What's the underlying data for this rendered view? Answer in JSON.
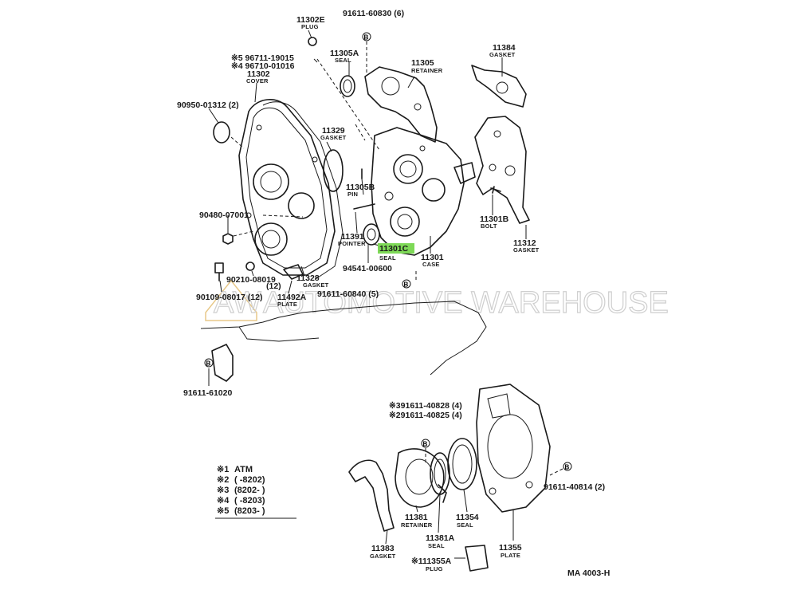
{
  "labels": {
    "p11302E": {
      "num": "11302E",
      "name": "PLUG"
    },
    "p91611_60830": {
      "num": "91611-60830 (6)"
    },
    "p96711": {
      "num": "※5 96711-19015"
    },
    "p96710": {
      "num": "※4 96710-01016"
    },
    "p11302": {
      "num": "11302",
      "name": "COVER"
    },
    "p11305A": {
      "num": "11305A",
      "name": "SEAL"
    },
    "p11305": {
      "num": "11305",
      "name": "RETAINER"
    },
    "p11384": {
      "num": "11384",
      "name": "GASKET"
    },
    "p90950": {
      "num": "90950-01312 (2)"
    },
    "p11329": {
      "num": "11329",
      "name": "GASKET"
    },
    "p11305B": {
      "num": "11305B",
      "name": "PIN"
    },
    "p90480": {
      "num": "90480-07001"
    },
    "p11301B": {
      "num": "11301B",
      "name": "BOLT"
    },
    "p11391": {
      "num": "11391",
      "name": "POINTER"
    },
    "p11301C": {
      "num": "11301C",
      "name": "SEAL"
    },
    "p11312": {
      "num": "11312",
      "name": "GASKET"
    },
    "p11301": {
      "num": "11301",
      "name": "CASE"
    },
    "p94541": {
      "num": "94541-00600"
    },
    "p90210": {
      "num": "90210-08019",
      "qty": "(12)"
    },
    "p11328": {
      "num": "11328",
      "name": "GASKET"
    },
    "p90109": {
      "num": "90109-08017 (12)"
    },
    "p11492A": {
      "num": "11492A",
      "name": "PLATE"
    },
    "p91611_60840": {
      "num": "91611-60840 (5)"
    },
    "p91611_61020": {
      "num": "91611-61020"
    },
    "p91611_40828": {
      "num": "※391611-40828 (4)"
    },
    "p91611_40825": {
      "num": "※291611-40825 (4)"
    },
    "p91611_40814": {
      "num": "91611-40814 (2)"
    },
    "p11381": {
      "num": "11381",
      "name": "RETAINER"
    },
    "p11354": {
      "num": "11354",
      "name": "SEAL"
    },
    "p11381A": {
      "num": "11381A",
      "name": "SEAL"
    },
    "p11383": {
      "num": "11383",
      "name": "GASKET"
    },
    "p11355A": {
      "num": "※111355A",
      "name": "PLUG"
    },
    "p11355": {
      "num": "11355",
      "name": "PLATE"
    }
  },
  "notes": [
    {
      "mark": "※1",
      "text": "ATM"
    },
    {
      "mark": "※2",
      "text": "(        -8202)"
    },
    {
      "mark": "※3",
      "text": "(8202-        )"
    },
    {
      "mark": "※4",
      "text": "(        -8203)"
    },
    {
      "mark": "※5",
      "text": "(8203-        )"
    }
  ],
  "watermark": "AUTOMOTIVE WAREHOUSE",
  "watermark_logo": "AW",
  "figure_code": "MA  4003-H",
  "highlight_color": "#7ed957"
}
